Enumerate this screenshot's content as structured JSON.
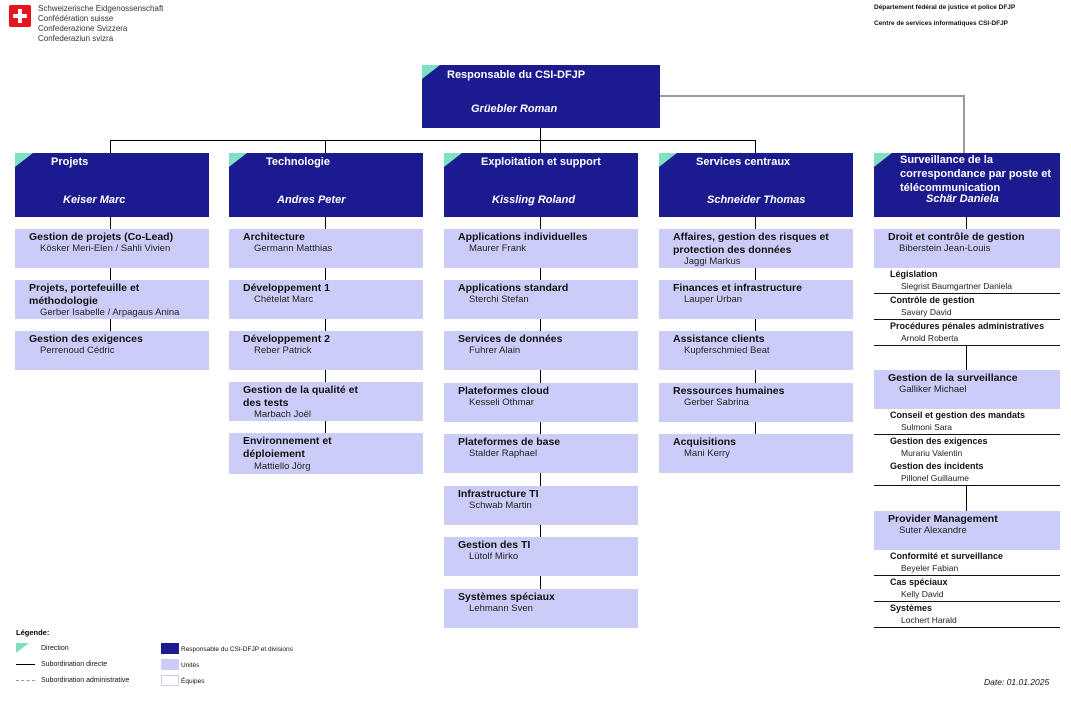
{
  "header": {
    "confederation": [
      "Schweizerische Eidgenossenschaft",
      "Confédération suisse",
      "Confederazione Svizzera",
      "Confederaziun svizra"
    ],
    "department": "Département fédéral de justice et police DFJP",
    "center": "Centre de services informatiques CSI-DFJP"
  },
  "top": {
    "title": "Responsable du CSI-DFJP",
    "name": "Grüebler Roman"
  },
  "divisions": [
    {
      "title": "Projets",
      "head": "Keiser Marc",
      "units": [
        {
          "title": "Gestion de projets (Co-Lead)",
          "name": "Kösker Meri-Elen / Sahli Vivien"
        },
        {
          "title": "Projets, portefeuille et méthodologie",
          "name": "Gerber Isabelle / Arpagaus Anina"
        },
        {
          "title": "Gestion des exigences",
          "name": "Perrenoud Cédric"
        }
      ]
    },
    {
      "title": "Technologie",
      "head": "Andres Peter",
      "units": [
        {
          "title": "Architecture",
          "name": "Germann Matthias"
        },
        {
          "title": "Développement 1",
          "name": "Chételat Marc"
        },
        {
          "title": "Développement 2",
          "name": "Reber Patrick"
        },
        {
          "title": "Gestion de la qualité et des tests",
          "name": "Marbach Joël"
        },
        {
          "title": "Environnement et déploiement",
          "name": "Mattiello Jörg"
        }
      ]
    },
    {
      "title": "Exploitation et support",
      "head": "Kissling Roland",
      "units": [
        {
          "title": "Applications individuelles",
          "name": "Maurer Frank"
        },
        {
          "title": "Applications standard",
          "name": "Sterchi Stefan"
        },
        {
          "title": "Services de données",
          "name": "Fuhrer Alain"
        },
        {
          "title": "Plateformes cloud",
          "name": "Kesseli Othmar"
        },
        {
          "title": "Plateformes de base",
          "name": "Stalder Raphael"
        },
        {
          "title": "Infrastructure TI",
          "name": "Schwab Martin"
        },
        {
          "title": "Gestion des TI",
          "name": "Lütolf Mirko"
        },
        {
          "title": "Systèmes spéciaux",
          "name": "Lehmann Sven"
        }
      ]
    },
    {
      "title": "Services centraux",
      "head": "Schneider Thomas",
      "units": [
        {
          "title": "Affaires, gestion des risques et protection des données",
          "name": "Jaggi Markus"
        },
        {
          "title": "Finances et infrastructure",
          "name": "Lauper Urban"
        },
        {
          "title": "Assistance clients",
          "name": "Kupferschmied Beat"
        },
        {
          "title": "Ressources humaines",
          "name": "Gerber Sabrina"
        },
        {
          "title": "Acquisitions",
          "name": "Mani Kerry"
        }
      ]
    }
  ],
  "surveillance": {
    "title": "Surveillance de la correspondance par poste et télécommunication",
    "head": "Schär Daniela",
    "groups": [
      {
        "title": "Droit et contrôle de gestion",
        "name": "Biberstein Jean-Louis",
        "teams": [
          {
            "title": "Législation",
            "name": "Siegrist Baumgartner Daniela"
          },
          {
            "title": "Contrôle de gestion",
            "name": "Savary David"
          },
          {
            "title": "Procédures pénales administratives",
            "name": "Arnold Roberta"
          }
        ]
      },
      {
        "title": "Gestion de la surveillance",
        "name": "Galliker Michael",
        "teams": [
          {
            "title": "Conseil et gestion des mandats",
            "name": "Sulmoni Sara"
          },
          {
            "title": "Gestion des exigences",
            "name": "Murariu Valentin"
          },
          {
            "title": "Gestion des incidents",
            "name": "Pillonel Guillaume"
          }
        ]
      },
      {
        "title": "Provider Management",
        "name": "Suter Alexandre",
        "teams": [
          {
            "title": "Conformité et surveillance",
            "name": "Beyeler Fabian"
          },
          {
            "title": "Cas spéciaux",
            "name": "Kelly David"
          },
          {
            "title": "Systèmes",
            "name": "Lochert Harald"
          }
        ]
      }
    ]
  },
  "legend": {
    "title": "Légende:",
    "direction": "Direction",
    "direct": "Subordination directe",
    "admin": "Subordination administrative",
    "responsible": "Responsable du CSI-DFJP et divisions",
    "units": "Unités",
    "teams": "Équipes"
  },
  "date": "Date: 01.01.2025",
  "colors": {
    "dark": "#1b1a8f",
    "unit": "#ccccf8",
    "direction": "#7fe0c4"
  }
}
